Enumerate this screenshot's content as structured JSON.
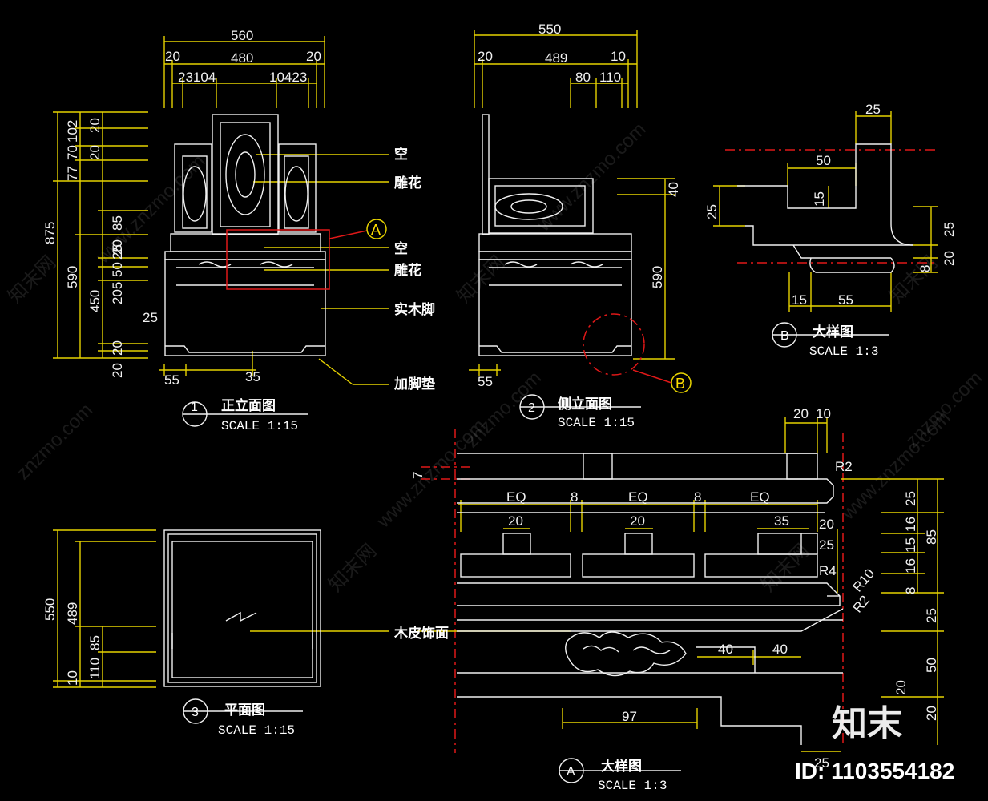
{
  "front_elevation": {
    "number": "1",
    "title": "正立面图",
    "scale": "SCALE 1:15",
    "top_dims": [
      "560",
      "20",
      "480",
      "20",
      "23104",
      "10423"
    ],
    "left_dims": [
      "875",
      "590",
      "450",
      "77",
      "70",
      "102",
      "20",
      "20",
      "85",
      "20",
      "50",
      "25",
      "205",
      "20",
      "20",
      "25"
    ],
    "bottom_dims": [
      "55",
      "35"
    ],
    "callouts": [
      "空",
      "雕花",
      "空",
      "雕花",
      "实木脚",
      "加脚垫"
    ],
    "detail_tag": "A"
  },
  "side_elevation": {
    "number": "2",
    "title": "侧立面图",
    "scale": "SCALE 1:15",
    "top_dims": [
      "550",
      "20",
      "489",
      "10",
      "80",
      "110"
    ],
    "right_dims": [
      "40",
      "590"
    ],
    "bottom_dims": [
      "55"
    ],
    "detail_tag": "B"
  },
  "plan": {
    "number": "3",
    "title": "平面图",
    "scale": "SCALE 1:15",
    "left_dims": [
      "550",
      "489",
      "110",
      "85",
      "10"
    ]
  },
  "detail_b": {
    "number": "B",
    "title": "大样图",
    "scale": "SCALE 1:3",
    "dims": [
      "25",
      "50",
      "15",
      "25",
      "25",
      "20",
      "8",
      "15",
      "55"
    ]
  },
  "detail_a": {
    "number": "A",
    "title": "大样图",
    "scale": "SCALE 1:3",
    "dims": [
      "20",
      "10",
      "7",
      "R2",
      "EQ",
      "8",
      "EQ",
      "8",
      "EQ",
      "20",
      "20",
      "35",
      "20",
      "25",
      "R4",
      "R10",
      "R2",
      "25",
      "16",
      "15",
      "16",
      "8",
      "85",
      "25",
      "40",
      "40",
      "50",
      "20",
      "20",
      "97",
      "25"
    ],
    "callout": "木皮饰面"
  },
  "watermark": {
    "brand": "知末",
    "site": "www.znzmo.com",
    "site_short": "znzmo.com",
    "site_cn": "知末网",
    "id": "ID: 1103554182"
  }
}
